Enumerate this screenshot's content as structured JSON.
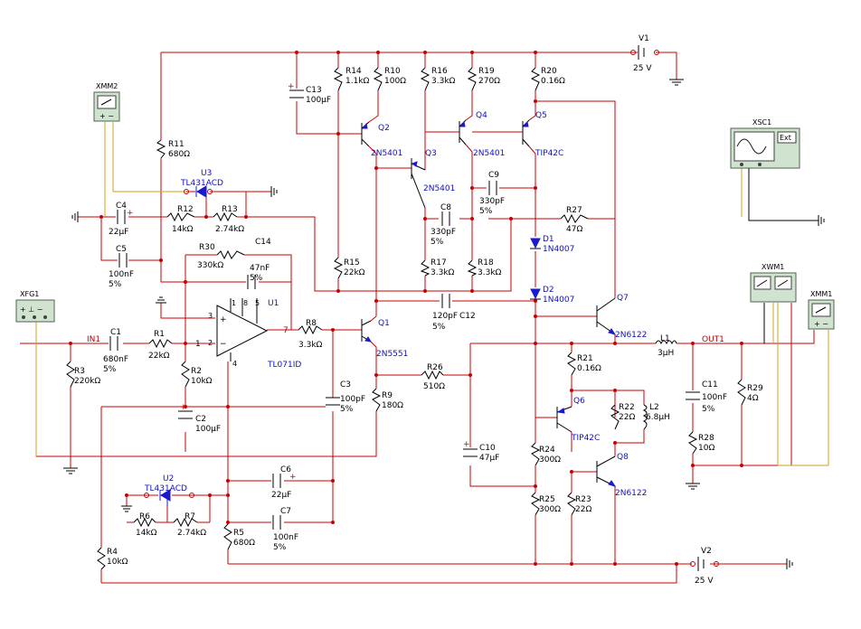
{
  "instruments": {
    "xmm2": "XMM2",
    "xfg1": "XFG1",
    "xsc1": "XSC1",
    "xwm1": "XWM1",
    "xmm1": "XMM1"
  },
  "nets": {
    "in1": "IN1",
    "out1": "OUT1"
  },
  "sources": {
    "v1": {
      "name": "V1",
      "value": "25 V"
    },
    "v2": {
      "name": "V2",
      "value": "25 V"
    }
  },
  "opamp": {
    "name": "U1",
    "part": "TL071ID",
    "pins": [
      "3",
      "2",
      "7",
      "1",
      "5",
      "4"
    ]
  },
  "regulators": {
    "u3": {
      "name": "U3",
      "part": "TL431ACD"
    },
    "u2": {
      "name": "U2",
      "part": "TL431ACD"
    }
  },
  "resistors": {
    "r1": {
      "name": "R1",
      "value": "22kΩ"
    },
    "r2": {
      "name": "R2",
      "value": "10kΩ"
    },
    "r3": {
      "name": "R3",
      "value": "220kΩ"
    },
    "r4": {
      "name": "R4",
      "value": "10kΩ"
    },
    "r5": {
      "name": "R5",
      "value": "680Ω"
    },
    "r6": {
      "name": "R6",
      "value": "14kΩ"
    },
    "r7": {
      "name": "R7",
      "value": "2.74kΩ"
    },
    "r8": {
      "name": "R8",
      "value": "3.3kΩ"
    },
    "r9": {
      "name": "R9",
      "value": "180Ω"
    },
    "r10": {
      "name": "R10",
      "value": "100Ω"
    },
    "r11": {
      "name": "R11",
      "value": "680Ω"
    },
    "r12": {
      "name": "R12",
      "value": "14kΩ"
    },
    "r13": {
      "name": "R13",
      "value": "2.74kΩ"
    },
    "r14": {
      "name": "R14",
      "value": "1.1kΩ"
    },
    "r15": {
      "name": "R15",
      "value": "22kΩ"
    },
    "r16": {
      "name": "R16",
      "value": "3.3kΩ"
    },
    "r17": {
      "name": "R17",
      "value": "3.3kΩ"
    },
    "r18": {
      "name": "R18",
      "value": "3.3kΩ"
    },
    "r19": {
      "name": "R19",
      "value": "270Ω"
    },
    "r20": {
      "name": "R20",
      "value": "0.16Ω"
    },
    "r21": {
      "name": "R21",
      "value": "0.16Ω"
    },
    "r22": {
      "name": "R22",
      "value": "22Ω"
    },
    "r23": {
      "name": "R23",
      "value": "22Ω"
    },
    "r24": {
      "name": "R24",
      "value": "300Ω"
    },
    "r25": {
      "name": "R25",
      "value": "300Ω"
    },
    "r26": {
      "name": "R26",
      "value": "510Ω"
    },
    "r27": {
      "name": "R27",
      "value": "47Ω"
    },
    "r28": {
      "name": "R28",
      "value": "10Ω"
    },
    "r29": {
      "name": "R29",
      "value": "4Ω"
    },
    "r30": {
      "name": "R30",
      "value": "330kΩ"
    }
  },
  "capacitors": {
    "c1": {
      "name": "C1",
      "value": "680nF",
      "tol": "5%"
    },
    "c2": {
      "name": "C2",
      "value": "100µF"
    },
    "c3": {
      "name": "C3",
      "value": "100pF",
      "tol": "5%"
    },
    "c4": {
      "name": "C4",
      "value": "22µF"
    },
    "c5": {
      "name": "C5",
      "value": "100nF",
      "tol": "5%"
    },
    "c6": {
      "name": "C6",
      "value": "22µF"
    },
    "c7": {
      "name": "C7",
      "value": "100nF",
      "tol": "5%"
    },
    "c8": {
      "name": "C8",
      "value": "330pF",
      "tol": "5%"
    },
    "c9": {
      "name": "C9",
      "value": "330pF",
      "tol": "5%"
    },
    "c10": {
      "name": "C10",
      "value": "47µF"
    },
    "c11": {
      "name": "C11",
      "value": "100nF",
      "tol": "5%"
    },
    "c12": {
      "name": "C12",
      "value": "120pF",
      "tol": "5%"
    },
    "c13": {
      "name": "C13",
      "value": "100µF"
    },
    "c14": {
      "name": "C14",
      "value": "47nF",
      "tol": "5%"
    }
  },
  "transistors": {
    "q1": {
      "name": "Q1",
      "part": "2N5551"
    },
    "q2": {
      "name": "Q2",
      "part": "2N5401"
    },
    "q3": {
      "name": "Q3",
      "part": "2N5401"
    },
    "q4": {
      "name": "Q4",
      "part": "2N5401"
    },
    "q5": {
      "name": "Q5",
      "part": "TIP42C"
    },
    "q6": {
      "name": "Q6",
      "part": "TIP42C"
    },
    "q7": {
      "name": "Q7",
      "part": "2N6122"
    },
    "q8": {
      "name": "Q8",
      "part": "2N6122"
    }
  },
  "diodes": {
    "d1": {
      "name": "D1",
      "part": "1N4007"
    },
    "d2": {
      "name": "D2",
      "part": "1N4007"
    }
  },
  "inductors": {
    "l1": {
      "name": "L1",
      "value": "3µH"
    },
    "l2": {
      "name": "L2",
      "value": "6.8µH"
    }
  }
}
